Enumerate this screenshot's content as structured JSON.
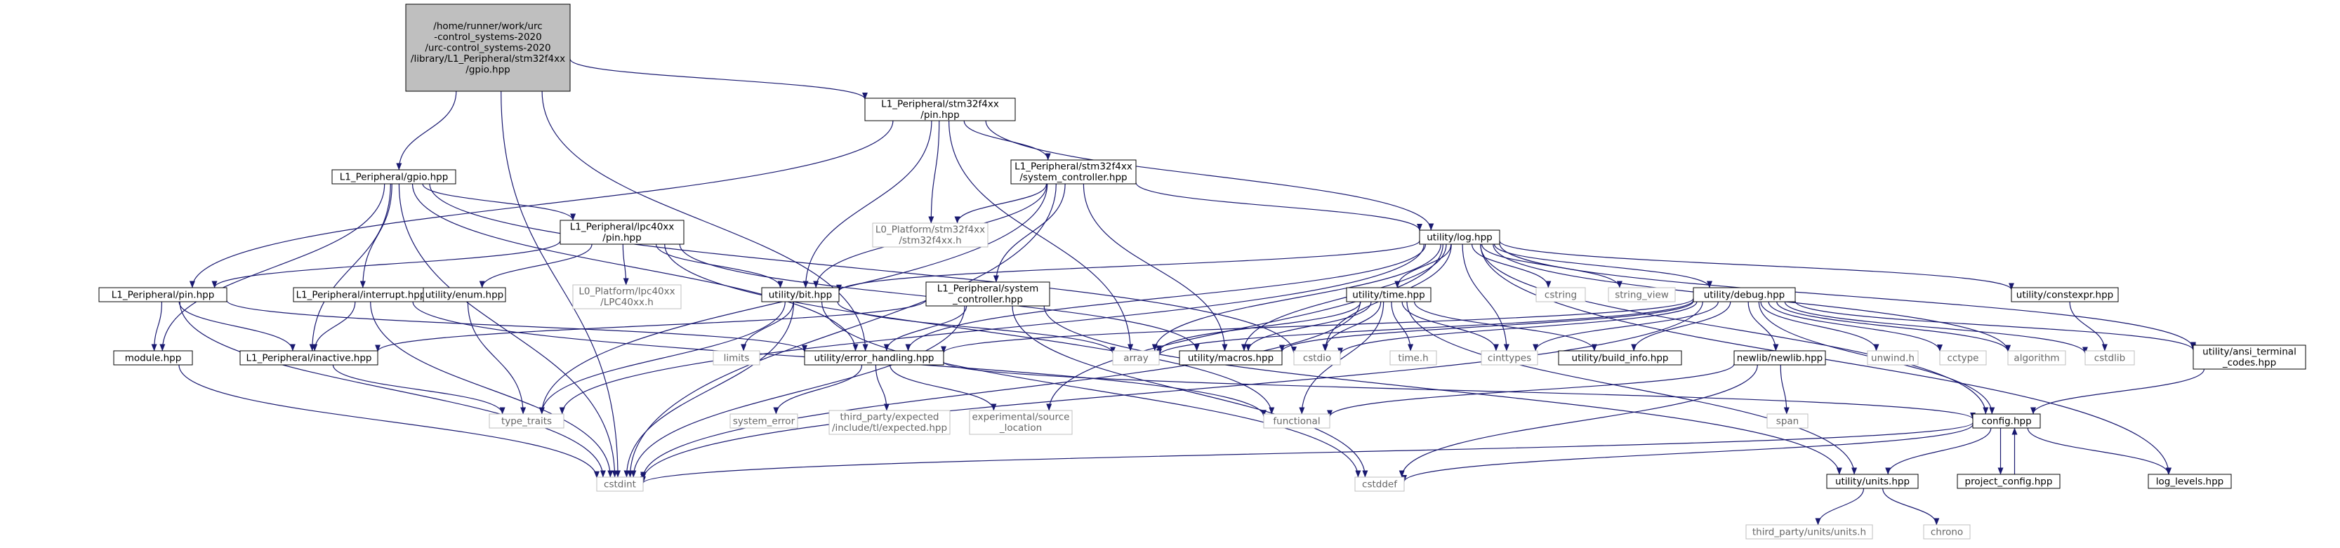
{
  "colors": {
    "edge": "#191970",
    "node_border": "#000000",
    "node_border_system": "#bfbfbf",
    "node_text": "#000000",
    "system_text": "#666666",
    "root_fill": "#bfbfbf",
    "node_fill": "#ffffff"
  },
  "nodes": [
    {
      "id": "root",
      "kind": "root",
      "lines": [
        "/home/runner/work/urc",
        "-control_systems-2020",
        "/urc-control_systems-2020",
        "/library/L1_Peripheral/stm32f4xx",
        "/gpio.hpp"
      ]
    },
    {
      "id": "stm_pin",
      "kind": "local",
      "lines": [
        "L1_Peripheral/stm32f4xx",
        "/pin.hpp"
      ]
    },
    {
      "id": "gpio",
      "kind": "local",
      "lines": [
        "L1_Peripheral/gpio.hpp"
      ]
    },
    {
      "id": "stm_sysctl",
      "kind": "local",
      "lines": [
        "L1_Peripheral/stm32f4xx",
        "/system_controller.hpp"
      ]
    },
    {
      "id": "l0_stm",
      "kind": "system",
      "lines": [
        "L0_Platform/stm32f4xx",
        "/stm32f4xx.h"
      ]
    },
    {
      "id": "log",
      "kind": "local",
      "lines": [
        "utility/log.hpp"
      ]
    },
    {
      "id": "lpc_pin",
      "kind": "local",
      "lines": [
        "L1_Peripheral/lpc40xx",
        "/pin.hpp"
      ]
    },
    {
      "id": "l0_lpc",
      "kind": "system",
      "lines": [
        "L0_Platform/lpc40xx",
        "/LPC40xx.h"
      ]
    },
    {
      "id": "pin",
      "kind": "local",
      "lines": [
        "L1_Peripheral/pin.hpp"
      ]
    },
    {
      "id": "interrupt",
      "kind": "local",
      "lines": [
        "L1_Peripheral/interrupt.hpp"
      ]
    },
    {
      "id": "enum",
      "kind": "local",
      "lines": [
        "utility/enum.hpp"
      ]
    },
    {
      "id": "bit",
      "kind": "local",
      "lines": [
        "utility/bit.hpp"
      ]
    },
    {
      "id": "sysctl",
      "kind": "local",
      "lines": [
        "L1_Peripheral/system",
        "_controller.hpp"
      ]
    },
    {
      "id": "time",
      "kind": "local",
      "lines": [
        "utility/time.hpp"
      ]
    },
    {
      "id": "cstring",
      "kind": "system",
      "lines": [
        "cstring"
      ]
    },
    {
      "id": "string_view",
      "kind": "system",
      "lines": [
        "string_view"
      ]
    },
    {
      "id": "debug",
      "kind": "local",
      "lines": [
        "utility/debug.hpp"
      ]
    },
    {
      "id": "constexpr",
      "kind": "local",
      "lines": [
        "utility/constexpr.hpp"
      ]
    },
    {
      "id": "module",
      "kind": "local",
      "lines": [
        "module.hpp"
      ]
    },
    {
      "id": "inactive",
      "kind": "local",
      "lines": [
        "L1_Peripheral/inactive.hpp"
      ]
    },
    {
      "id": "limits",
      "kind": "system",
      "lines": [
        "limits"
      ]
    },
    {
      "id": "error",
      "kind": "local",
      "lines": [
        "utility/error_handling.hpp"
      ]
    },
    {
      "id": "array",
      "kind": "system",
      "lines": [
        "array"
      ]
    },
    {
      "id": "macros",
      "kind": "local",
      "lines": [
        "utility/macros.hpp"
      ]
    },
    {
      "id": "cstdio",
      "kind": "system",
      "lines": [
        "cstdio"
      ]
    },
    {
      "id": "time_h",
      "kind": "system",
      "lines": [
        "time.h"
      ]
    },
    {
      "id": "cinttypes",
      "kind": "system",
      "lines": [
        "cinttypes"
      ]
    },
    {
      "id": "build_info",
      "kind": "local",
      "lines": [
        "utility/build_info.hpp"
      ]
    },
    {
      "id": "newlib",
      "kind": "local",
      "lines": [
        "newlib/newlib.hpp"
      ]
    },
    {
      "id": "unwind",
      "kind": "system",
      "lines": [
        "unwind.h"
      ]
    },
    {
      "id": "cctype",
      "kind": "system",
      "lines": [
        "cctype"
      ]
    },
    {
      "id": "algorithm",
      "kind": "system",
      "lines": [
        "algorithm"
      ]
    },
    {
      "id": "cstdlib",
      "kind": "system",
      "lines": [
        "cstdlib"
      ]
    },
    {
      "id": "ansi",
      "kind": "local",
      "lines": [
        "utility/ansi_terminal",
        "_codes.hpp"
      ]
    },
    {
      "id": "type_traits",
      "kind": "system",
      "lines": [
        "type_traits"
      ]
    },
    {
      "id": "system_error",
      "kind": "system",
      "lines": [
        "system_error"
      ]
    },
    {
      "id": "expected",
      "kind": "system",
      "lines": [
        "third_party/expected",
        "/include/tl/expected.hpp"
      ]
    },
    {
      "id": "source_location",
      "kind": "system",
      "lines": [
        "experimental/source",
        "_location"
      ]
    },
    {
      "id": "functional",
      "kind": "system",
      "lines": [
        "functional"
      ]
    },
    {
      "id": "span",
      "kind": "system",
      "lines": [
        "span"
      ]
    },
    {
      "id": "config",
      "kind": "local",
      "lines": [
        "config.hpp"
      ]
    },
    {
      "id": "cstdint",
      "kind": "system",
      "lines": [
        "cstdint"
      ]
    },
    {
      "id": "cstddef",
      "kind": "system",
      "lines": [
        "cstddef"
      ]
    },
    {
      "id": "units",
      "kind": "local",
      "lines": [
        "utility/units.hpp"
      ]
    },
    {
      "id": "project_config",
      "kind": "local",
      "lines": [
        "project_config.hpp"
      ]
    },
    {
      "id": "log_levels",
      "kind": "local",
      "lines": [
        "log_levels.hpp"
      ]
    },
    {
      "id": "units_h",
      "kind": "system",
      "lines": [
        "third_party/units/units.h"
      ]
    },
    {
      "id": "chrono",
      "kind": "system",
      "lines": [
        "chrono"
      ]
    }
  ],
  "edges": [
    [
      "root",
      "stm_pin"
    ],
    [
      "root",
      "gpio"
    ],
    [
      "root",
      "error"
    ],
    [
      "root",
      "cstdint"
    ],
    [
      "stm_pin",
      "pin"
    ],
    [
      "stm_pin",
      "stm_sysctl"
    ],
    [
      "stm_pin",
      "l0_stm"
    ],
    [
      "stm_pin",
      "log"
    ],
    [
      "stm_pin",
      "bit"
    ],
    [
      "stm_pin",
      "array"
    ],
    [
      "gpio",
      "lpc_pin"
    ],
    [
      "gpio",
      "interrupt"
    ],
    [
      "gpio",
      "module"
    ],
    [
      "gpio",
      "inactive"
    ],
    [
      "gpio",
      "error"
    ],
    [
      "gpio",
      "cstdint"
    ],
    [
      "gpio",
      "cstdio"
    ],
    [
      "stm_sysctl",
      "l0_stm"
    ],
    [
      "stm_sysctl",
      "log"
    ],
    [
      "stm_sysctl",
      "sysctl"
    ],
    [
      "stm_sysctl",
      "macros"
    ],
    [
      "stm_sysctl",
      "cstdint"
    ],
    [
      "stm_sysctl",
      "type_traits"
    ],
    [
      "stm_sysctl",
      "bit"
    ],
    [
      "lpc_pin",
      "pin"
    ],
    [
      "lpc_pin",
      "enum"
    ],
    [
      "lpc_pin",
      "l0_lpc"
    ],
    [
      "lpc_pin",
      "bit"
    ],
    [
      "lpc_pin",
      "macros"
    ],
    [
      "lpc_pin",
      "functional"
    ],
    [
      "log",
      "bit"
    ],
    [
      "log",
      "time"
    ],
    [
      "log",
      "cstring"
    ],
    [
      "log",
      "string_view"
    ],
    [
      "log",
      "debug"
    ],
    [
      "log",
      "constexpr"
    ],
    [
      "log",
      "ansi"
    ],
    [
      "log",
      "config"
    ],
    [
      "log",
      "log_levels"
    ],
    [
      "log",
      "error"
    ],
    [
      "log",
      "array"
    ],
    [
      "log",
      "macros"
    ],
    [
      "log",
      "cstdio"
    ],
    [
      "log",
      "cinttypes"
    ],
    [
      "log",
      "algorithm"
    ],
    [
      "log",
      "source_location"
    ],
    [
      "log",
      "type_traits"
    ],
    [
      "pin",
      "module"
    ],
    [
      "pin",
      "inactive"
    ],
    [
      "pin",
      "error"
    ],
    [
      "pin",
      "cstdint"
    ],
    [
      "interrupt",
      "inactive"
    ],
    [
      "interrupt",
      "cstdint"
    ],
    [
      "interrupt",
      "functional"
    ],
    [
      "enum",
      "type_traits"
    ],
    [
      "bit",
      "limits"
    ],
    [
      "bit",
      "array"
    ],
    [
      "bit",
      "cstdint"
    ],
    [
      "bit",
      "type_traits"
    ],
    [
      "bit",
      "cstddef"
    ],
    [
      "sysctl",
      "inactive"
    ],
    [
      "sysctl",
      "error"
    ],
    [
      "sysctl",
      "units"
    ],
    [
      "sysctl",
      "cstdint"
    ],
    [
      "sysctl",
      "cstddef"
    ],
    [
      "time",
      "array"
    ],
    [
      "time",
      "macros"
    ],
    [
      "time",
      "cstdio"
    ],
    [
      "time",
      "time_h"
    ],
    [
      "time",
      "cinttypes"
    ],
    [
      "time",
      "build_info"
    ],
    [
      "time",
      "units"
    ],
    [
      "time",
      "functional"
    ],
    [
      "time",
      "cstdint"
    ],
    [
      "debug",
      "error"
    ],
    [
      "debug",
      "array"
    ],
    [
      "debug",
      "macros"
    ],
    [
      "debug",
      "cstdio"
    ],
    [
      "debug",
      "cinttypes"
    ],
    [
      "debug",
      "build_info"
    ],
    [
      "debug",
      "newlib"
    ],
    [
      "debug",
      "unwind"
    ],
    [
      "debug",
      "cctype"
    ],
    [
      "debug",
      "algorithm"
    ],
    [
      "debug",
      "cstdlib"
    ],
    [
      "debug",
      "ansi"
    ],
    [
      "debug",
      "config"
    ],
    [
      "debug",
      "cstdint"
    ],
    [
      "constexpr",
      "cstdlib"
    ],
    [
      "module",
      "cstdint"
    ],
    [
      "inactive",
      "type_traits"
    ],
    [
      "error",
      "system_error"
    ],
    [
      "error",
      "expected"
    ],
    [
      "error",
      "source_location"
    ],
    [
      "error",
      "config"
    ],
    [
      "newlib",
      "functional"
    ],
    [
      "newlib",
      "span"
    ],
    [
      "newlib",
      "cstddef"
    ],
    [
      "ansi",
      "config"
    ],
    [
      "config",
      "cstdint"
    ],
    [
      "config",
      "cstddef"
    ],
    [
      "config",
      "units"
    ],
    [
      "config",
      "project_config"
    ],
    [
      "config",
      "log_levels"
    ],
    [
      "project_config",
      "config"
    ],
    [
      "units",
      "units_h"
    ],
    [
      "units",
      "chrono"
    ]
  ]
}
